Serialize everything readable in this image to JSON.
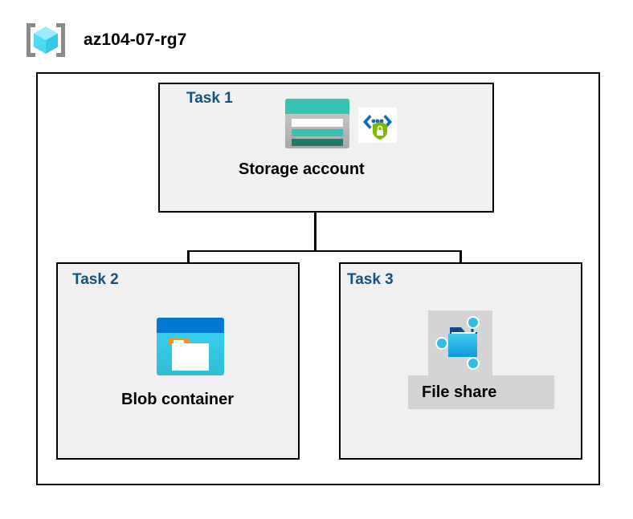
{
  "header": {
    "icon": "resource-group-cube-icon",
    "title": "az104-07-rg7"
  },
  "diagram": {
    "container_label": "",
    "nodes": [
      {
        "task_label": "Task 1",
        "caption": "Storage account",
        "icons": [
          "storage-account-icon",
          "secure-endpoint-shield-icon"
        ],
        "selected": false
      },
      {
        "task_label": "Task 2",
        "caption": "Blob container",
        "icons": [
          "blob-container-icon"
        ],
        "selected": false
      },
      {
        "task_label": "Task 3",
        "caption": "File share",
        "icons": [
          "file-share-icon"
        ],
        "selected": true
      }
    ]
  },
  "colors": {
    "task_label": "#12537e",
    "caption": "#000000",
    "box_fill": "#f0f0f0",
    "box_border": "#000000",
    "container_fill": "#ffffff",
    "selection_highlight": "#d4d4d4",
    "cube_light": "#9cebfb",
    "cube_mid": "#50d9f5",
    "cube_dark": "#32c8ea",
    "bracket_gray": "#8a8a8a",
    "storage_teal": "#37c2b1",
    "storage_teal_dark": "#1f7a6e",
    "storage_gray": "#b3b3b3",
    "shield_green": "#7fba00",
    "bracket_blue": "#0f6cbd",
    "blob_blue": "#0078d4",
    "blob_cyan": "#32d4f0",
    "blob_orange": "#f7941e",
    "share_cyan": "#32bde8",
    "share_blue_dark": "#104a8c"
  }
}
